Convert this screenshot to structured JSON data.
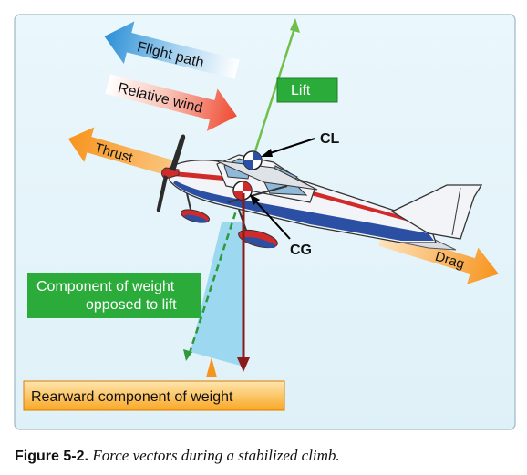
{
  "diagram": {
    "labels": {
      "flight_path": "Flight path",
      "relative_wind": "Relative wind",
      "lift": "Lift",
      "thrust": "Thrust",
      "cl": "CL",
      "cg": "CG",
      "drag": "Drag",
      "component_of_weight_line1": "Component of weight",
      "component_of_weight_line2": "opposed to lift",
      "rearward_component": "Rearward component of weight"
    },
    "colors": {
      "panel_background": "#e9f6fb",
      "panel_border": "#9fb6c2",
      "flight_path_arrow": "#2c8fd6",
      "relative_wind_arrow": "#ef4a32",
      "thrust_arrow": "#f7941d",
      "drag_arrow": "#f7941d",
      "lift_line": "#6fc04a",
      "lift_label_bg": "#2bab3a",
      "weight_arrow": "#8b1a1a",
      "component_label_bg": "#2bab3a",
      "rearward_label_bg": "#f7941d",
      "triangle_fill": "#8fd3ef",
      "fuselage_blue": "#2b4fa3",
      "fuselage_red": "#d12a2a"
    }
  },
  "caption": {
    "figure_number": "Figure 5-2.",
    "text": "Force vectors during a stabilized climb."
  }
}
